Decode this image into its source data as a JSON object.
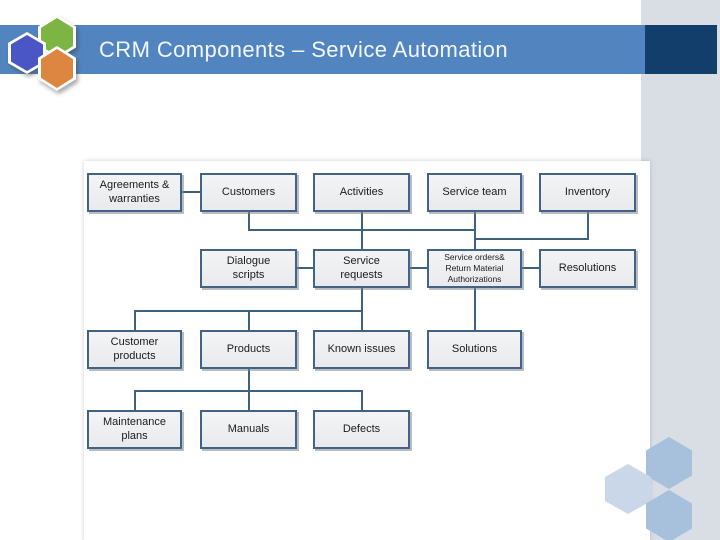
{
  "header": {
    "title": "CRM Components – Service Automation"
  },
  "diagram": {
    "nodes": [
      {
        "id": "agreements-warranties",
        "label": "Agreements &\nwarranties"
      },
      {
        "id": "customers",
        "label": "Customers"
      },
      {
        "id": "activities",
        "label": "Activities"
      },
      {
        "id": "service-team",
        "label": "Service team"
      },
      {
        "id": "inventory",
        "label": "Inventory"
      },
      {
        "id": "dialogue-scripts",
        "label": "Dialogue\nscripts"
      },
      {
        "id": "service-requests",
        "label": "Service\nrequests"
      },
      {
        "id": "service-orders-rma",
        "label": "Service orders&\nReturn Material\nAuthorizations"
      },
      {
        "id": "resolutions",
        "label": "Resolutions"
      },
      {
        "id": "customer-products",
        "label": "Customer\nproducts"
      },
      {
        "id": "products",
        "label": "Products"
      },
      {
        "id": "known-issues",
        "label": "Known issues"
      },
      {
        "id": "solutions",
        "label": "Solutions"
      },
      {
        "id": "maintenance-plans",
        "label": "Maintenance\nplans"
      },
      {
        "id": "manuals",
        "label": "Manuals"
      },
      {
        "id": "defects",
        "label": "Defects"
      }
    ]
  },
  "decor": {
    "logo_hexagons": [
      "green-hexagon",
      "blue-hexagon",
      "orange-hexagon"
    ],
    "corner_hexagons": [
      "blue-hexagon-top",
      "light-hexagon-left",
      "blue-hexagon-bottom"
    ]
  },
  "colors": {
    "banner": "#5285c0",
    "navy": "#12三e6b",
    "navyFix": "#123e6b",
    "strip": "#d8dee4",
    "boxBorder": "#426385",
    "connector": "#3e617f",
    "logoGreen": "#7cb544",
    "logoBlue": "#4a55c6",
    "logoOrange": "#dd8642",
    "cornerHex": "#a7c0dc",
    "cornerHexLight": "#c9d7e9"
  }
}
